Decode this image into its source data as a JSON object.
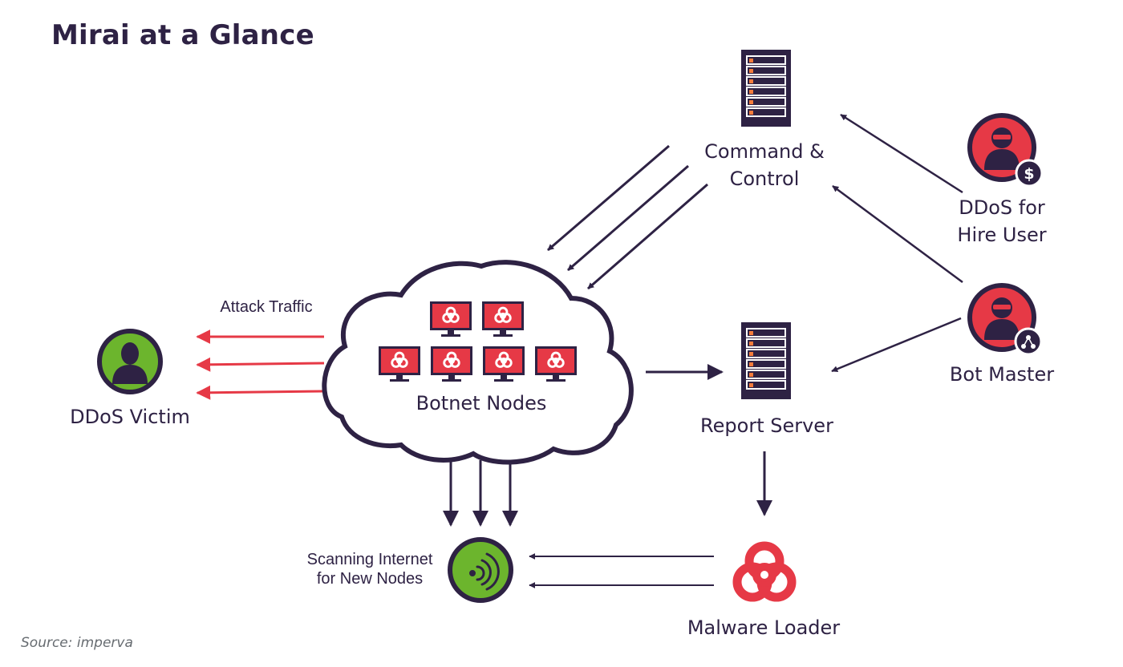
{
  "title": "Mirai at a Glance",
  "source": "Source: imperva",
  "nodes": {
    "command_control": {
      "line1": "Command &",
      "line2": "Control"
    },
    "ddos_for_hire": {
      "line1": "DDoS for",
      "line2": "Hire User"
    },
    "bot_master": {
      "label": "Bot Master"
    },
    "report_server": {
      "label": "Report Server"
    },
    "botnet": {
      "label": "Botnet Nodes"
    },
    "ddos_victim": {
      "label": "DDoS Victim"
    },
    "scanning": {
      "line1": "Scanning Internet",
      "line2": "for New Nodes"
    },
    "malware_loader": {
      "label": "Malware Loader"
    }
  },
  "edges": {
    "attack_traffic": "Attack Traffic"
  },
  "colors": {
    "dark": "#2e2244",
    "red": "#e63946",
    "green": "#6cb52d",
    "server_accent": "#f47c3c"
  },
  "icons": {
    "server": "server-rack-icon",
    "user": "hooded-user-icon",
    "dollar": "dollar-badge-icon",
    "network": "network-badge-icon",
    "monitor": "biohazard-monitor-icon",
    "signal": "wifi-signal-icon",
    "biohazard": "biohazard-icon"
  }
}
